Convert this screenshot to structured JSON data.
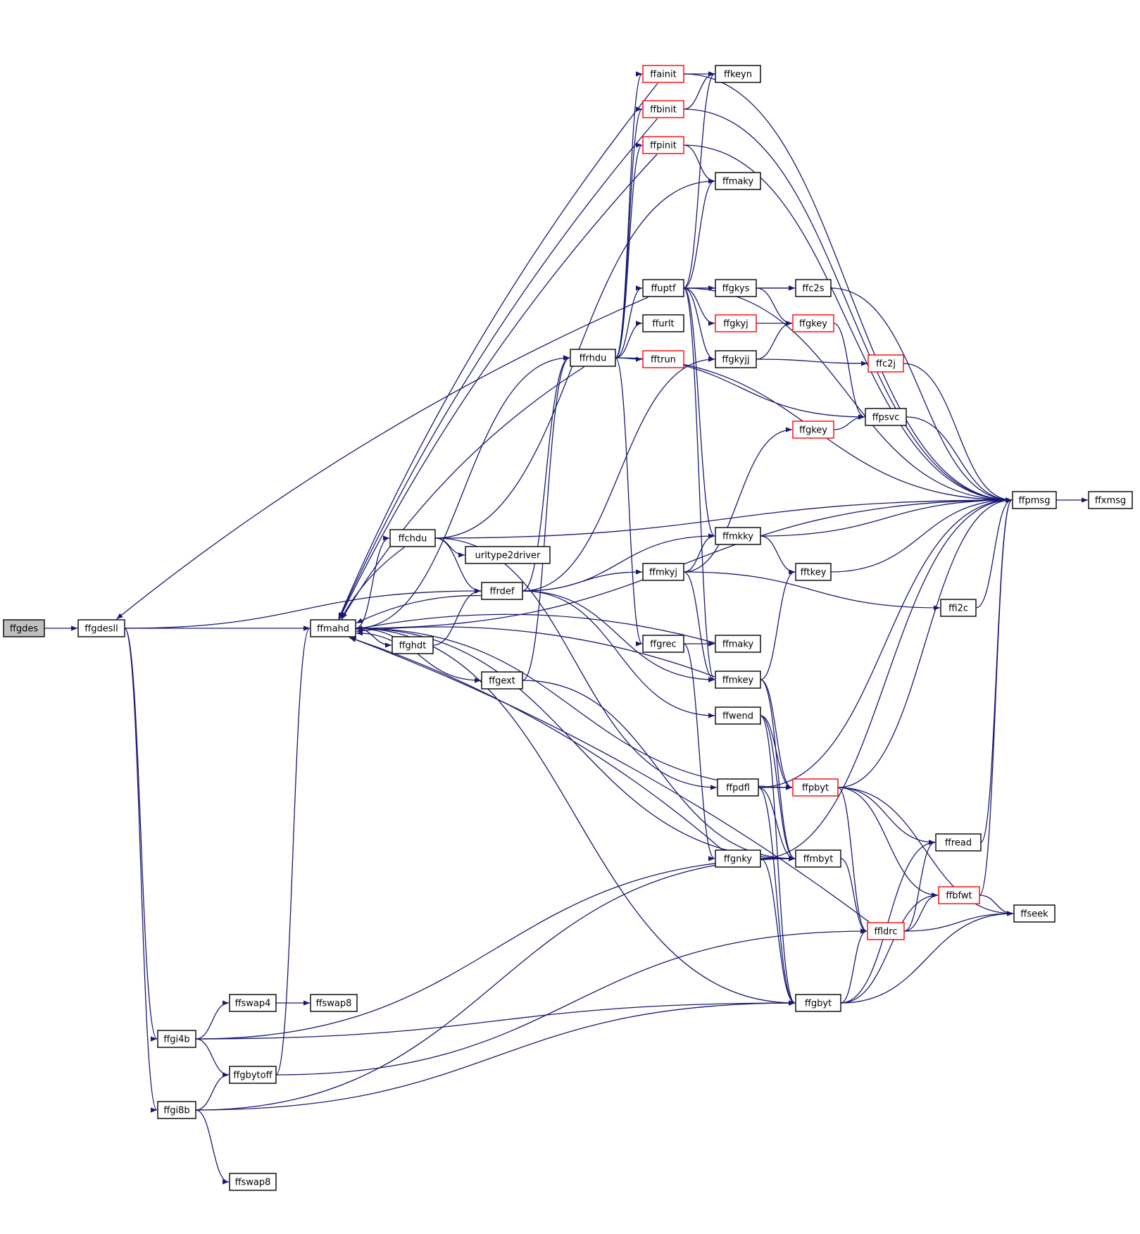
{
  "colors": {
    "edge": "#191970",
    "node_border": "#000000",
    "truncated_border": "#ff0000",
    "root_fill": "#bfbfbf",
    "node_fill": "#ffffff"
  },
  "nodes": [
    {
      "id": "ffgdes",
      "label": "ffgdes",
      "root": true
    },
    {
      "id": "ffgdesll",
      "label": "ffgdesll"
    },
    {
      "id": "ffmahd",
      "label": "ffmahd"
    },
    {
      "id": "ffghdt",
      "label": "ffghdt"
    },
    {
      "id": "ffchdu",
      "label": "ffchdu"
    },
    {
      "id": "urltype2driver",
      "label": "urltype2driver"
    },
    {
      "id": "ffrdef",
      "label": "ffrdef"
    },
    {
      "id": "ffgext",
      "label": "ffgext"
    },
    {
      "id": "ffrhdu",
      "label": "ffrhdu"
    },
    {
      "id": "ffainit",
      "label": "ffainit",
      "truncated": true
    },
    {
      "id": "ffbinit",
      "label": "ffbinit",
      "truncated": true
    },
    {
      "id": "ffpinit",
      "label": "ffpinit",
      "truncated": true
    },
    {
      "id": "ffkeyn",
      "label": "ffkeyn"
    },
    {
      "id": "ffmaky_top",
      "label": "ffmaky"
    },
    {
      "id": "ffuptf",
      "label": "ffuptf"
    },
    {
      "id": "ffurlt",
      "label": "ffurlt"
    },
    {
      "id": "fftrun",
      "label": "fftrun",
      "truncated": true
    },
    {
      "id": "ffgkys",
      "label": "ffgkys"
    },
    {
      "id": "ffgkyj",
      "label": "ffgkyj",
      "truncated": true
    },
    {
      "id": "ffgkyjj",
      "label": "ffgkyjj"
    },
    {
      "id": "ffc2s",
      "label": "ffc2s"
    },
    {
      "id": "ffgkey_a",
      "label": "ffgkey",
      "truncated": true
    },
    {
      "id": "ffc2j",
      "label": "ffc2j",
      "truncated": true
    },
    {
      "id": "ffpsvc",
      "label": "ffpsvc"
    },
    {
      "id": "ffgkey_b",
      "label": "ffgkey",
      "truncated": true
    },
    {
      "id": "ffpmsg",
      "label": "ffpmsg"
    },
    {
      "id": "ffxmsg",
      "label": "ffxmsg"
    },
    {
      "id": "ffmkky",
      "label": "ffmkky"
    },
    {
      "id": "ffmkyj",
      "label": "ffmkyj"
    },
    {
      "id": "fftkey",
      "label": "fftkey"
    },
    {
      "id": "ffi2c",
      "label": "ffi2c"
    },
    {
      "id": "ffgrec",
      "label": "ffgrec"
    },
    {
      "id": "ffmaky_mid",
      "label": "ffmaky"
    },
    {
      "id": "ffmkey",
      "label": "ffmkey"
    },
    {
      "id": "ffwend",
      "label": "ffwend"
    },
    {
      "id": "ffpdfl",
      "label": "ffpdfl"
    },
    {
      "id": "ffpbyt",
      "label": "ffpbyt",
      "truncated": true
    },
    {
      "id": "ffread",
      "label": "ffread"
    },
    {
      "id": "ffgnky",
      "label": "ffgnky"
    },
    {
      "id": "ffmbyt",
      "label": "ffmbyt"
    },
    {
      "id": "ffbfwt",
      "label": "ffbfwt",
      "truncated": true
    },
    {
      "id": "ffseek",
      "label": "ffseek"
    },
    {
      "id": "ffldrc",
      "label": "ffldrc",
      "truncated": true
    },
    {
      "id": "ffgbyt",
      "label": "ffgbyt"
    },
    {
      "id": "ffswap4",
      "label": "ffswap4"
    },
    {
      "id": "ffswap8_a",
      "label": "ffswap8"
    },
    {
      "id": "ffgi4b",
      "label": "ffgi4b"
    },
    {
      "id": "ffgbytoff",
      "label": "ffgbytoff"
    },
    {
      "id": "ffgi8b",
      "label": "ffgi8b"
    },
    {
      "id": "ffswap8_b",
      "label": "ffswap8"
    }
  ],
  "edges": [
    [
      "ffgdes",
      "ffgdesll"
    ],
    [
      "ffgdesll",
      "ffmahd"
    ],
    [
      "ffgdesll",
      "ffrdef"
    ],
    [
      "ffgdesll",
      "ffgi4b"
    ],
    [
      "ffgdesll",
      "ffgi8b"
    ],
    [
      "ffmahd",
      "ffchdu"
    ],
    [
      "ffmahd",
      "ffghdt"
    ],
    [
      "ffmahd",
      "ffgext"
    ],
    [
      "ffmahd",
      "ffrhdu"
    ],
    [
      "ffmahd",
      "ffmbyt"
    ],
    [
      "ffmahd",
      "ffpbyt"
    ],
    [
      "ffmahd",
      "ffgbyt"
    ],
    [
      "ffmahd",
      "ffpmsg"
    ],
    [
      "ffchdu",
      "ffmahd"
    ],
    [
      "ffchdu",
      "urltype2driver"
    ],
    [
      "ffchdu",
      "ffrdef"
    ],
    [
      "ffchdu",
      "ffmaky_top"
    ],
    [
      "ffchdu",
      "ffpdfl"
    ],
    [
      "ffchdu",
      "ffpmsg"
    ],
    [
      "ffghdt",
      "ffmahd"
    ],
    [
      "ffghdt",
      "ffrdef"
    ],
    [
      "ffrdef",
      "ffmahd"
    ],
    [
      "ffrdef",
      "ffrhdu"
    ],
    [
      "ffrdef",
      "ffgkyjj"
    ],
    [
      "ffrdef",
      "ffmkky"
    ],
    [
      "ffrdef",
      "ffmkyj"
    ],
    [
      "ffrdef",
      "ffmkey"
    ],
    [
      "ffrdef",
      "ffwend"
    ],
    [
      "ffgext",
      "ffrhdu"
    ],
    [
      "ffgext",
      "ffmbyt"
    ],
    [
      "ffrhdu",
      "ffmahd"
    ],
    [
      "ffrhdu",
      "ffainit"
    ],
    [
      "ffrhdu",
      "ffbinit"
    ],
    [
      "ffrhdu",
      "ffpinit"
    ],
    [
      "ffrhdu",
      "ffuptf"
    ],
    [
      "ffrhdu",
      "ffurlt"
    ],
    [
      "ffrhdu",
      "fftrun"
    ],
    [
      "ffrhdu",
      "ffgrec"
    ],
    [
      "ffrhdu",
      "ffpsvc"
    ],
    [
      "ffrhdu",
      "ffpmsg"
    ],
    [
      "ffainit",
      "ffmahd"
    ],
    [
      "ffainit",
      "ffkeyn"
    ],
    [
      "ffainit",
      "ffpmsg"
    ],
    [
      "ffbinit",
      "ffmahd"
    ],
    [
      "ffbinit",
      "ffkeyn"
    ],
    [
      "ffbinit",
      "ffpmsg"
    ],
    [
      "ffpinit",
      "ffmahd"
    ],
    [
      "ffpinit",
      "ffmaky_top"
    ],
    [
      "ffpinit",
      "ffpmsg"
    ],
    [
      "ffuptf",
      "ffgdesll"
    ],
    [
      "ffuptf",
      "ffkeyn"
    ],
    [
      "ffuptf",
      "ffmaky_top"
    ],
    [
      "ffuptf",
      "ffgkys"
    ],
    [
      "ffuptf",
      "ffgkyj"
    ],
    [
      "ffuptf",
      "ffgkyjj"
    ],
    [
      "ffuptf",
      "ffc2s"
    ],
    [
      "ffuptf",
      "ffmkky"
    ],
    [
      "ffuptf",
      "ffmkey"
    ],
    [
      "ffuptf",
      "ffpmsg"
    ],
    [
      "ffgkys",
      "ffc2s"
    ],
    [
      "ffgkys",
      "ffgkey_a"
    ],
    [
      "ffgkyj",
      "ffgkey_a"
    ],
    [
      "ffgkyjj",
      "ffgkey_a"
    ],
    [
      "ffgkyjj",
      "ffc2j"
    ],
    [
      "ffgkey_a",
      "ffpsvc"
    ],
    [
      "ffc2s",
      "ffpmsg"
    ],
    [
      "ffc2j",
      "ffpmsg"
    ],
    [
      "ffpsvc",
      "ffpmsg"
    ],
    [
      "ffgkey_b",
      "ffpsvc"
    ],
    [
      "ffpmsg",
      "ffxmsg"
    ],
    [
      "ffmkky",
      "fftkey"
    ],
    [
      "ffmkky",
      "ffpmsg"
    ],
    [
      "ffmkyj",
      "ffmkky"
    ],
    [
      "ffmkyj",
      "ffgkey_b"
    ],
    [
      "ffmkyj",
      "ffi2c"
    ],
    [
      "ffmkyj",
      "ffmkey"
    ],
    [
      "fftkey",
      "ffpmsg"
    ],
    [
      "ffi2c",
      "ffpmsg"
    ],
    [
      "ffgrec",
      "ffmaky_mid"
    ],
    [
      "ffgrec",
      "ffgnky"
    ],
    [
      "ffmaky_mid",
      "ffmahd"
    ],
    [
      "ffmkey",
      "ffmahd"
    ],
    [
      "ffmkey",
      "fftkey"
    ],
    [
      "ffmkey",
      "ffpbyt"
    ],
    [
      "ffmkey",
      "ffmbyt"
    ],
    [
      "ffwend",
      "ffpbyt"
    ],
    [
      "ffwend",
      "ffmbyt"
    ],
    [
      "ffwend",
      "ffgbyt"
    ],
    [
      "ffpdfl",
      "ffpbyt"
    ],
    [
      "ffpdfl",
      "ffmbyt"
    ],
    [
      "ffpdfl",
      "ffgbyt"
    ],
    [
      "ffpdfl",
      "ffpmsg"
    ],
    [
      "ffpbyt",
      "ffpmsg"
    ],
    [
      "ffpbyt",
      "ffread"
    ],
    [
      "ffpbyt",
      "ffbfwt"
    ],
    [
      "ffpbyt",
      "ffseek"
    ],
    [
      "ffpbyt",
      "ffldrc"
    ],
    [
      "ffread",
      "ffpmsg"
    ],
    [
      "ffgnky",
      "ffmahd"
    ],
    [
      "ffgnky",
      "ffmbyt"
    ],
    [
      "ffgnky",
      "ffgbyt"
    ],
    [
      "ffgnky",
      "ffpmsg"
    ],
    [
      "ffmbyt",
      "ffldrc"
    ],
    [
      "ffbfwt",
      "ffseek"
    ],
    [
      "ffbfwt",
      "ffpmsg"
    ],
    [
      "ffldrc",
      "ffmahd"
    ],
    [
      "ffldrc",
      "ffread"
    ],
    [
      "ffldrc",
      "ffbfwt"
    ],
    [
      "ffldrc",
      "ffseek"
    ],
    [
      "ffgbyt",
      "ffread"
    ],
    [
      "ffgbyt",
      "ffldrc"
    ],
    [
      "ffgbyt",
      "ffbfwt"
    ],
    [
      "ffgbyt",
      "ffseek"
    ],
    [
      "ffgi4b",
      "ffswap4"
    ],
    [
      "ffgi4b",
      "ffgbytoff"
    ],
    [
      "ffgi4b",
      "ffgbyt"
    ],
    [
      "ffgi4b",
      "ffmbyt"
    ],
    [
      "ffswap4",
      "ffswap8_a"
    ],
    [
      "ffgbytoff",
      "ffmahd"
    ],
    [
      "ffgbytoff",
      "ffldrc"
    ],
    [
      "ffgi8b",
      "ffgbytoff"
    ],
    [
      "ffgi8b",
      "ffswap8_b"
    ],
    [
      "ffgi8b",
      "ffgbyt"
    ],
    [
      "ffgi8b",
      "ffmbyt"
    ]
  ]
}
